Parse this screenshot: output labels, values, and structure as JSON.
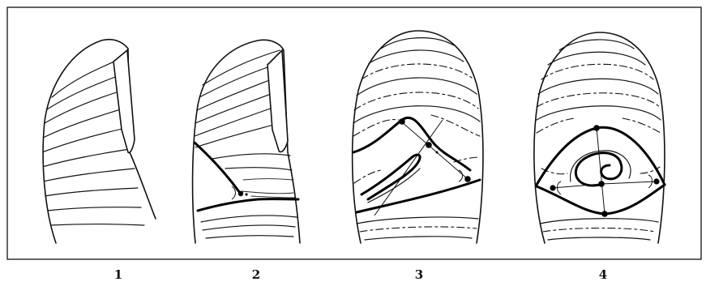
{
  "figures": [
    {
      "label": "1"
    },
    {
      "label": "2"
    },
    {
      "label": "3"
    },
    {
      "label": "4"
    }
  ]
}
